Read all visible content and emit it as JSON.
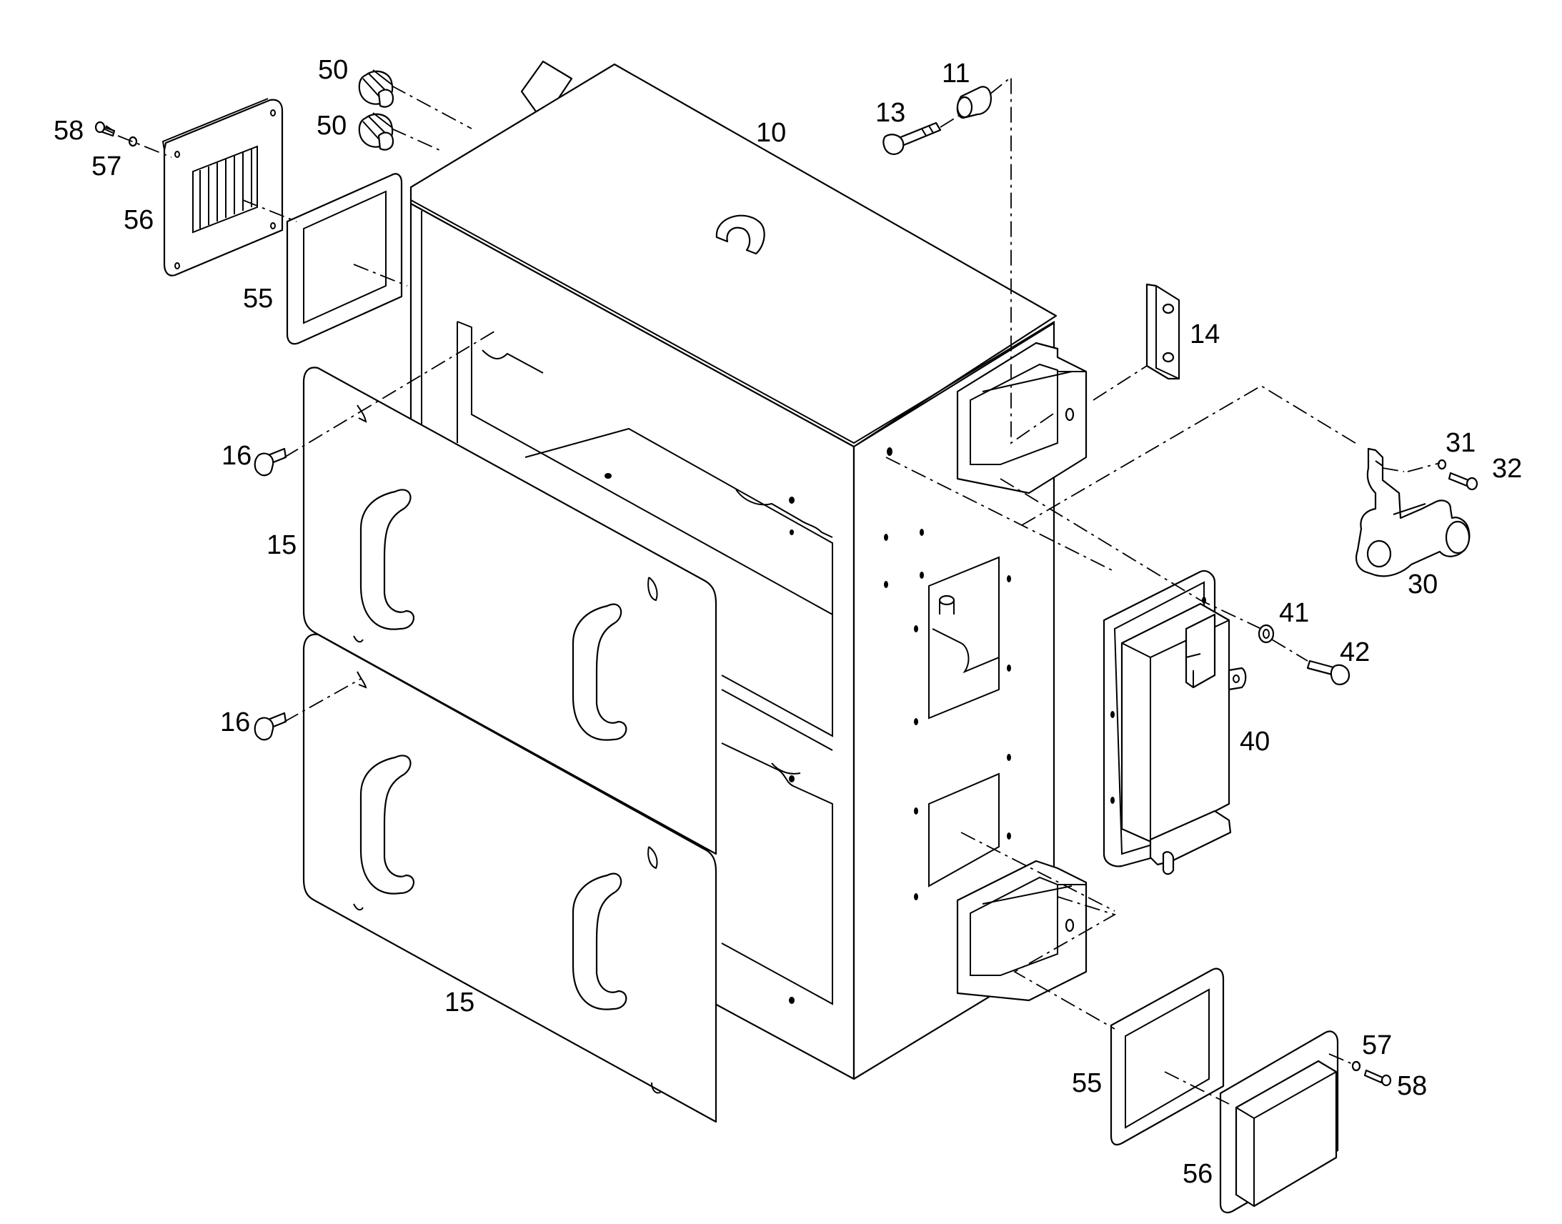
{
  "callouts": {
    "c10": "10",
    "c11": "11",
    "c13": "13",
    "c14": "14",
    "c15a": "15",
    "c15b": "15",
    "c16a": "16",
    "c16b": "16",
    "c30": "30",
    "c31": "31",
    "c32": "32",
    "c40": "40",
    "c41": "41",
    "c42": "42",
    "c50a": "50",
    "c50b": "50",
    "c55a": "55",
    "c55b": "55",
    "c56a": "56",
    "c56b": "56",
    "c57a": "57",
    "c57b": "57",
    "c58a": "58",
    "c58b": "58"
  }
}
